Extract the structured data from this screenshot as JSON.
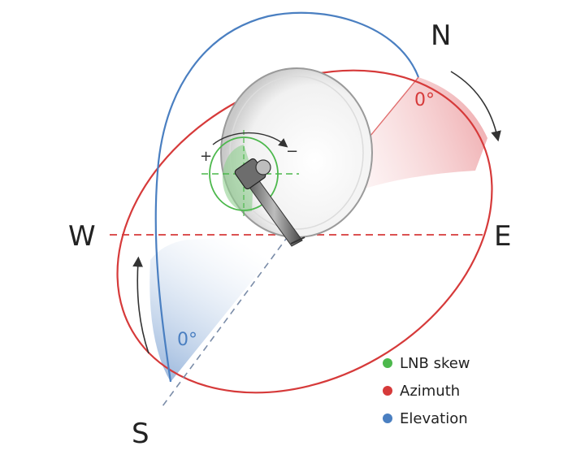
{
  "compass": {
    "north": "N",
    "south": "S",
    "east": "E",
    "west": "W"
  },
  "angles": {
    "azimuth_zero": "0°",
    "elevation_zero": "0°"
  },
  "skew_signs": {
    "plus": "+",
    "minus": "−"
  },
  "legend": [
    {
      "label": "LNB skew",
      "color": "#4cb84c"
    },
    {
      "label": "Azimuth",
      "color": "#d63a3a"
    },
    {
      "label": "Elevation",
      "color": "#4a7fc1"
    }
  ],
  "colors": {
    "azimuth": "#d63a3a",
    "elevation": "#4a7fc1",
    "skew": "#4cb84c",
    "arrow": "#333333"
  }
}
